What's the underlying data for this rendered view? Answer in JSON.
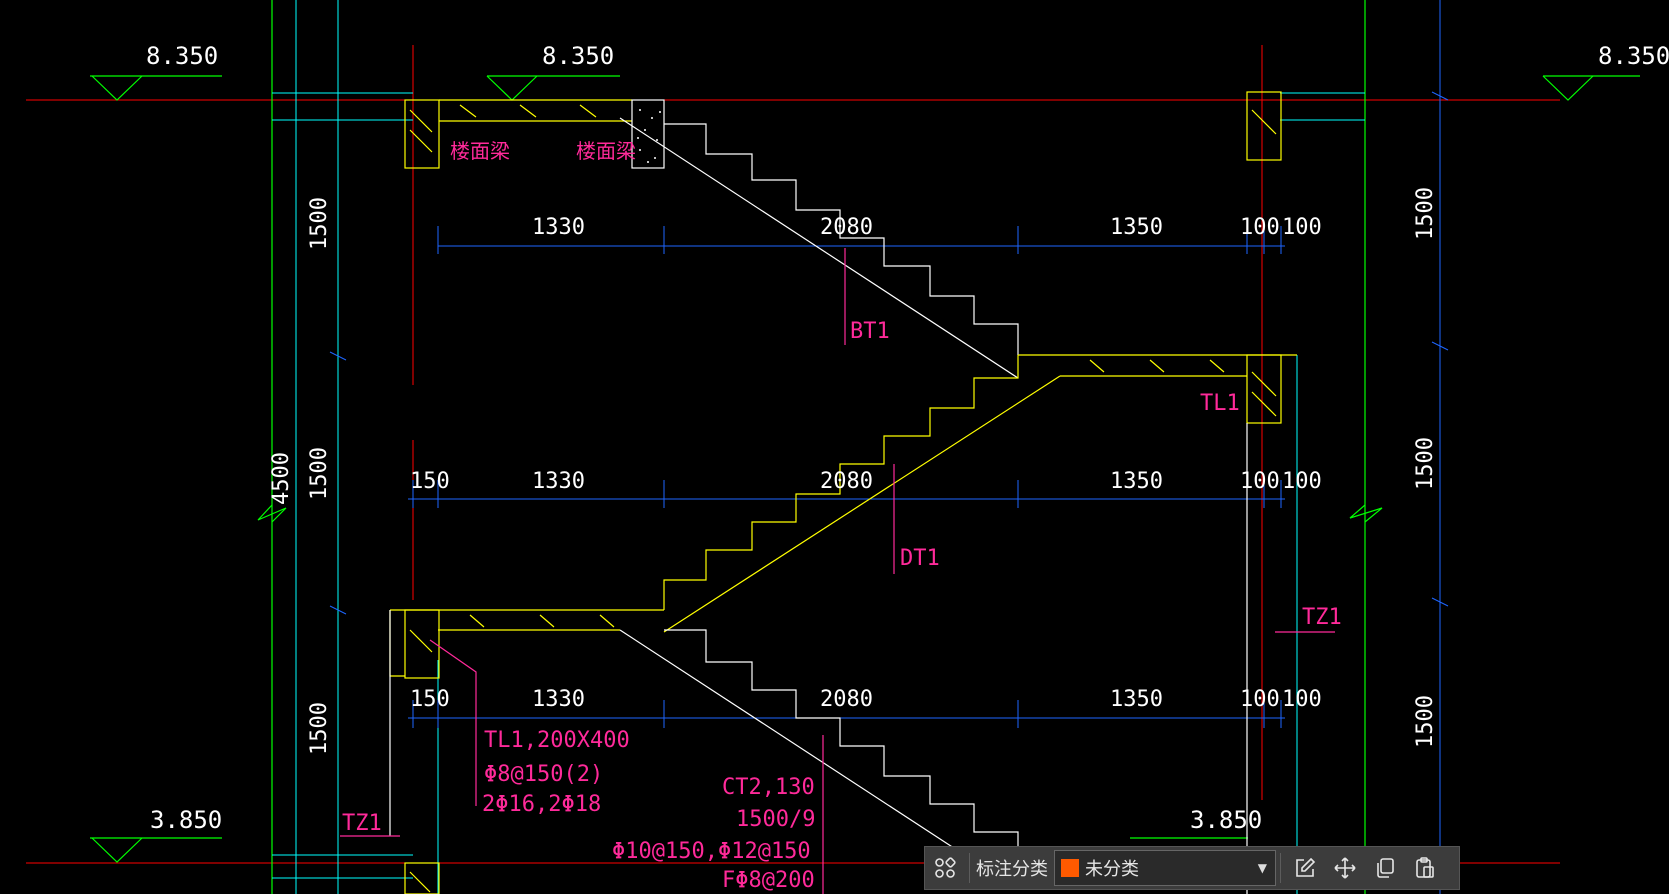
{
  "drawing": {
    "elevations": [
      "8.350",
      "8.350",
      "8.350",
      "3.850",
      "3.850"
    ],
    "dims_row1": [
      "1330",
      "2080",
      "1350",
      "100",
      "100"
    ],
    "dims_row2": [
      "150",
      "1330",
      "2080",
      "1350",
      "100",
      "100"
    ],
    "dims_row3": [
      "150",
      "1330",
      "2080",
      "1350",
      "100",
      "100"
    ],
    "vertical_dims": [
      "1500",
      "1500",
      "1500",
      "4500"
    ],
    "vertical_dims_right": [
      "1500",
      "1500",
      "1500"
    ],
    "beam_labels": [
      "楼面梁",
      "楼面梁"
    ],
    "member_labels": {
      "bt1": "BT1",
      "dt1": "DT1",
      "tl1": "TL1",
      "tz1_right": "TZ1",
      "tz1_left": "TZ1"
    },
    "annotation_tl1": [
      "TL1,200X400",
      "Φ8@150(2)",
      "2Φ16,2Φ18"
    ],
    "annotation_ct2": [
      "CT2,130",
      "1500/9",
      "Φ10@150,Φ12@150",
      "FΦ8@200"
    ],
    "colors": {
      "background": "#000000",
      "red_axis": "#ff0000",
      "blue_dim": "#1e66ff",
      "cyan": "#00ffff",
      "green": "#00ff00",
      "yellow": "#ffff00",
      "magenta": "#ff2a9a",
      "white": "#ffffff"
    }
  },
  "toolbar": {
    "grid_icon": "grid-icon",
    "label": "标注分类",
    "category_value": "未分类",
    "category_color": "#ff5a00",
    "icons": [
      "edit-icon",
      "move-icon",
      "copy-icon",
      "paste-icon"
    ]
  }
}
